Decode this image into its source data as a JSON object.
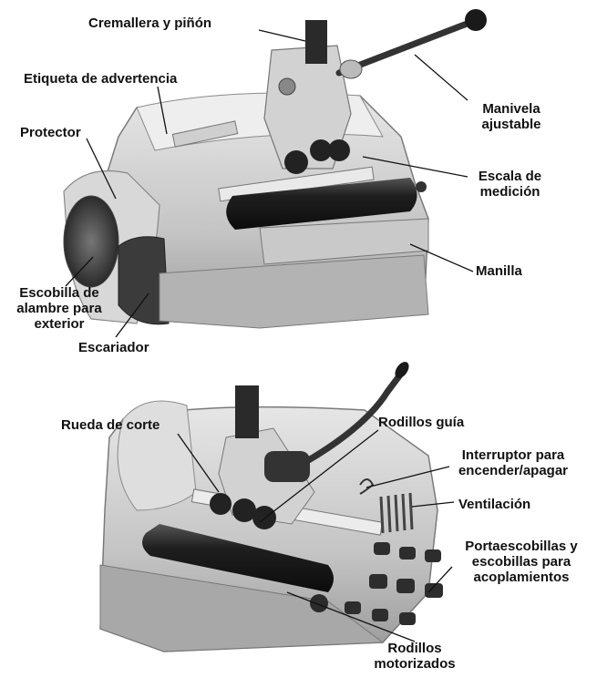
{
  "figure_top": {
    "labels": {
      "rack_pinion": "Cremallera y piñón",
      "warning_label": "Etiqueta de advertencia",
      "guard": "Protector",
      "feed_handle_1": "Manivela",
      "feed_handle_2": "ajustable",
      "scale_1": "Escala de",
      "scale_2": "medición",
      "handle": "Manilla",
      "wire_brush_1": "Escobilla de",
      "wire_brush_2": "alambre para",
      "wire_brush_3": "exterior",
      "reamer": "Escariador"
    }
  },
  "figure_bottom": {
    "labels": {
      "cutting_wheel": "Rueda de corte",
      "guide_rollers": "Rodillos guía",
      "switch_1": "Interruptor para",
      "switch_2": "encender/apagar",
      "ventilation": "Ventilación",
      "brush_holder_1": "Portaescobillas y",
      "brush_holder_2": "escobillas para",
      "brush_holder_3": "acoplamientos",
      "drive_rollers_1": "Rodillos",
      "drive_rollers_2": "motorizados"
    }
  },
  "colors": {
    "housing_light": "#dcdcdc",
    "housing_mid": "#b9b9b9",
    "housing_dark": "#8c8c8c",
    "roller": "#2a2a2a",
    "text": "#111111"
  }
}
